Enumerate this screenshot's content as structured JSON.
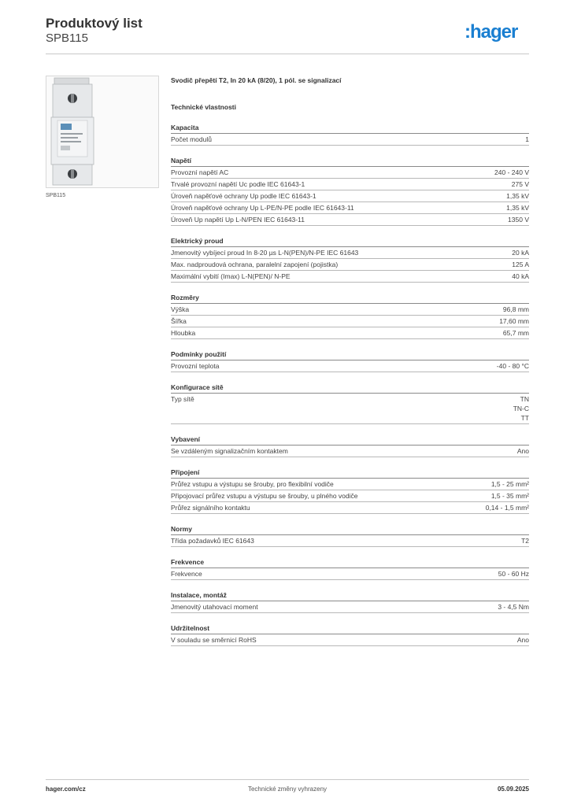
{
  "header": {
    "title": "Produktový list",
    "code": "SPB115",
    "logo_text": ":hager",
    "logo_color": "#1a7fd1"
  },
  "image": {
    "caption": "SPB115",
    "icon": "surge-arrester-module-icon"
  },
  "product": {
    "title": "Svodič přepětí T2, In 20 kA (8/20), 1 pól. se signalizací",
    "tech_title": "Technické vlastnosti"
  },
  "sections": [
    {
      "title": "Kapacita",
      "rows": [
        {
          "label": "Počet modulů",
          "value": [
            "1"
          ]
        }
      ]
    },
    {
      "title": "Napětí",
      "rows": [
        {
          "label": "Provozní napětí AC",
          "value": [
            "240 - 240 V"
          ]
        },
        {
          "label": "Trvalé provozní napětí Uc podle IEC 61643-1",
          "value": [
            "275 V"
          ]
        },
        {
          "label": "Úroveň napěťové ochrany Up podle IEC 61643-1",
          "value": [
            "1,35 kV"
          ]
        },
        {
          "label": "Úroveň napěťové ochrany Up L-PE/N-PE podle IEC 61643-11",
          "value": [
            "1,35 kV"
          ]
        },
        {
          "label": "Úroveň Up napětí Up L-N/PEN IEC 61643-11",
          "value": [
            "1350 V"
          ]
        }
      ]
    },
    {
      "title": "Elektrický proud",
      "rows": [
        {
          "label": "Jmenovitý vybíjecí proud In 8-20 µs L-N(PEN)/N-PE IEC 61643",
          "value": [
            "20 kA"
          ]
        },
        {
          "label": "Max. nadproudová ochrana, paralelní zapojení (pojistka)",
          "value": [
            "125 A"
          ]
        },
        {
          "label": "Maximální vybití (Imax) L-N(PEN)/ N-PE",
          "value": [
            "40 kA"
          ]
        }
      ]
    },
    {
      "title": "Rozměry",
      "rows": [
        {
          "label": "Výška",
          "value": [
            "96,8 mm"
          ]
        },
        {
          "label": "Šířka",
          "value": [
            "17,60 mm"
          ]
        },
        {
          "label": "Hloubka",
          "value": [
            "65,7 mm"
          ]
        }
      ]
    },
    {
      "title": "Podmínky použití",
      "rows": [
        {
          "label": "Provozní teplota",
          "value": [
            "-40 - 80 °C"
          ]
        }
      ]
    },
    {
      "title": "Konfigurace sítě",
      "rows": [
        {
          "label": "Typ sítě",
          "value": [
            "TN",
            "TN-C",
            "TT"
          ]
        }
      ]
    },
    {
      "title": "Vybavení",
      "rows": [
        {
          "label": "Se vzdáleným signalizačním kontaktem",
          "value": [
            "Ano"
          ]
        }
      ]
    },
    {
      "title": "Připojení",
      "rows": [
        {
          "label": "Průřez vstupu a výstupu se šrouby, pro flexibilní vodiče",
          "value": [
            "1,5 - 25 mm²"
          ]
        },
        {
          "label": "Připojovací průřez vstupu a výstupu se šrouby, u plného vodiče",
          "value": [
            "1,5 - 35 mm²"
          ]
        },
        {
          "label": "Průřez signálního kontaktu",
          "value": [
            "0,14 - 1,5 mm²"
          ]
        }
      ]
    },
    {
      "title": "Normy",
      "rows": [
        {
          "label": "Třída požadavků IEC 61643",
          "value": [
            "T2"
          ]
        }
      ]
    },
    {
      "title": "Frekvence",
      "rows": [
        {
          "label": "Frekvence",
          "value": [
            "50 - 60 Hz"
          ]
        }
      ]
    },
    {
      "title": "Instalace, montáž",
      "rows": [
        {
          "label": "Jmenovitý utahovací moment",
          "value": [
            "3 - 4,5 Nm"
          ]
        }
      ]
    },
    {
      "title": "Udržitelnost",
      "rows": [
        {
          "label": "V souladu se směrnicí RoHS",
          "value": [
            "Ano"
          ]
        }
      ]
    }
  ],
  "footer": {
    "left": "hager.com/cz",
    "center": "Technické změny vyhrazeny",
    "right": "05.09.2025"
  }
}
